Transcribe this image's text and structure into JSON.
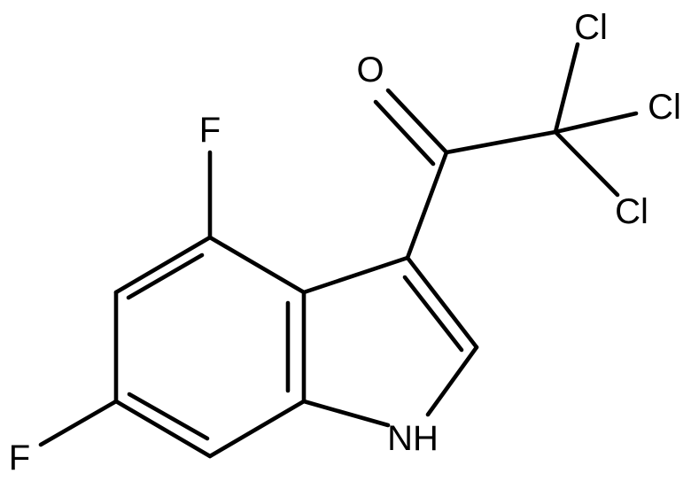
{
  "molecule": {
    "atom_labels": {
      "o": "O",
      "cl1": "Cl",
      "cl2": "Cl",
      "cl3": "Cl",
      "f4": "F",
      "f6": "F",
      "nh": "NH"
    },
    "colors": {
      "ink": "#000000",
      "background": "#ffffff"
    }
  }
}
